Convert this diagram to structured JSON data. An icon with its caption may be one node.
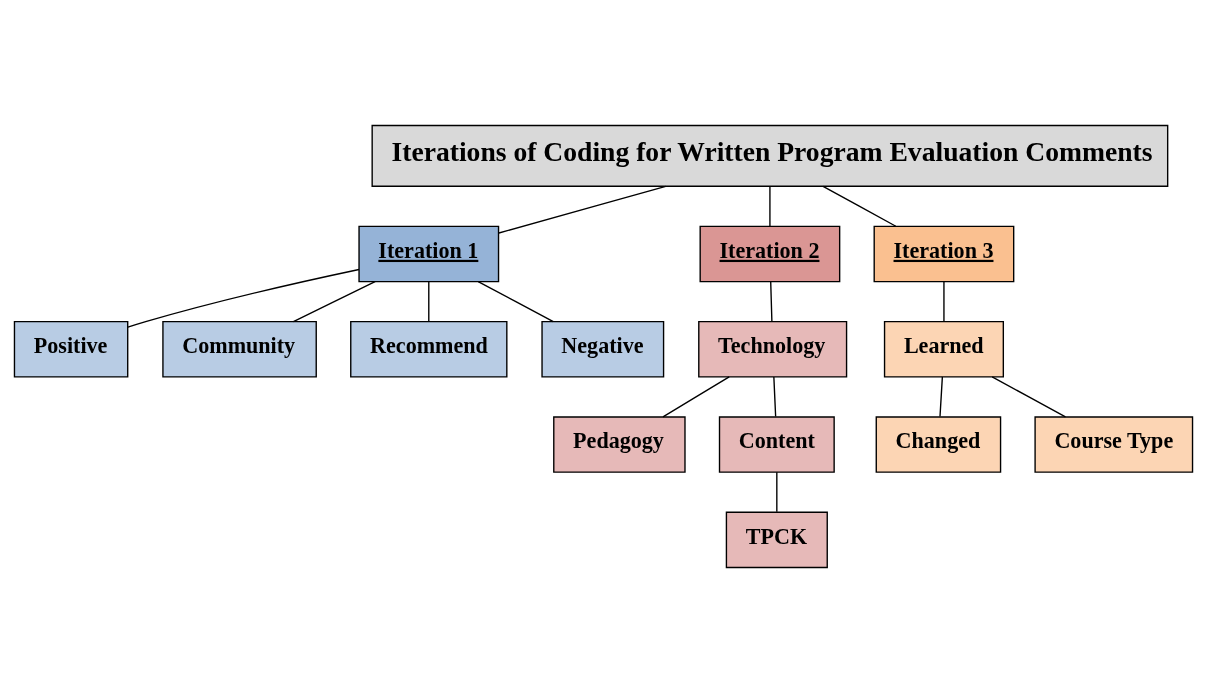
{
  "diagram": {
    "nodes": [
      {
        "text": [
          "Iterations of Coding for Written Program Evaluation Comments"
        ]
      },
      {
        "text": [
          "Iteration 1"
        ]
      },
      {
        "text": [
          "Iteration 2"
        ]
      },
      {
        "text": [
          "Iteration 3"
        ]
      },
      {
        "text": [
          "Positive"
        ]
      },
      {
        "text": [
          "Community"
        ]
      },
      {
        "text": [
          "Recommend"
        ]
      },
      {
        "text": [
          "Negative"
        ]
      },
      {
        "text": [
          "Technology"
        ]
      },
      {
        "text": [
          "Pedagogy"
        ]
      },
      {
        "text": [
          "Content"
        ]
      },
      {
        "text": [
          "TPCK"
        ]
      },
      {
        "text": [
          "Learned"
        ]
      },
      {
        "text": [
          "Changed"
        ]
      },
      {
        "text": [
          "Course Type"
        ]
      }
    ],
    "edges": [
      {
        "from": 0,
        "to": 1,
        "arrow": "none"
      },
      {
        "from": 0,
        "to": 2,
        "arrow": "none"
      },
      {
        "from": 0,
        "to": 3,
        "arrow": "none"
      },
      {
        "from": 1,
        "to": 4,
        "arrow": "none"
      },
      {
        "from": 1,
        "to": 5,
        "arrow": "none"
      },
      {
        "from": 1,
        "to": 6,
        "arrow": "none"
      },
      {
        "from": 1,
        "to": 7,
        "arrow": "none"
      },
      {
        "from": 2,
        "to": 8,
        "arrow": "none"
      },
      {
        "from": 8,
        "to": 9,
        "arrow": "none"
      },
      {
        "from": 8,
        "to": 10,
        "arrow": "none"
      },
      {
        "from": 10,
        "to": 11,
        "arrow": "none"
      },
      {
        "from": 3,
        "to": 12,
        "arrow": "none"
      },
      {
        "from": 12,
        "to": 13,
        "arrow": "none"
      },
      {
        "from": 12,
        "to": 14,
        "arrow": "none"
      }
    ]
  }
}
